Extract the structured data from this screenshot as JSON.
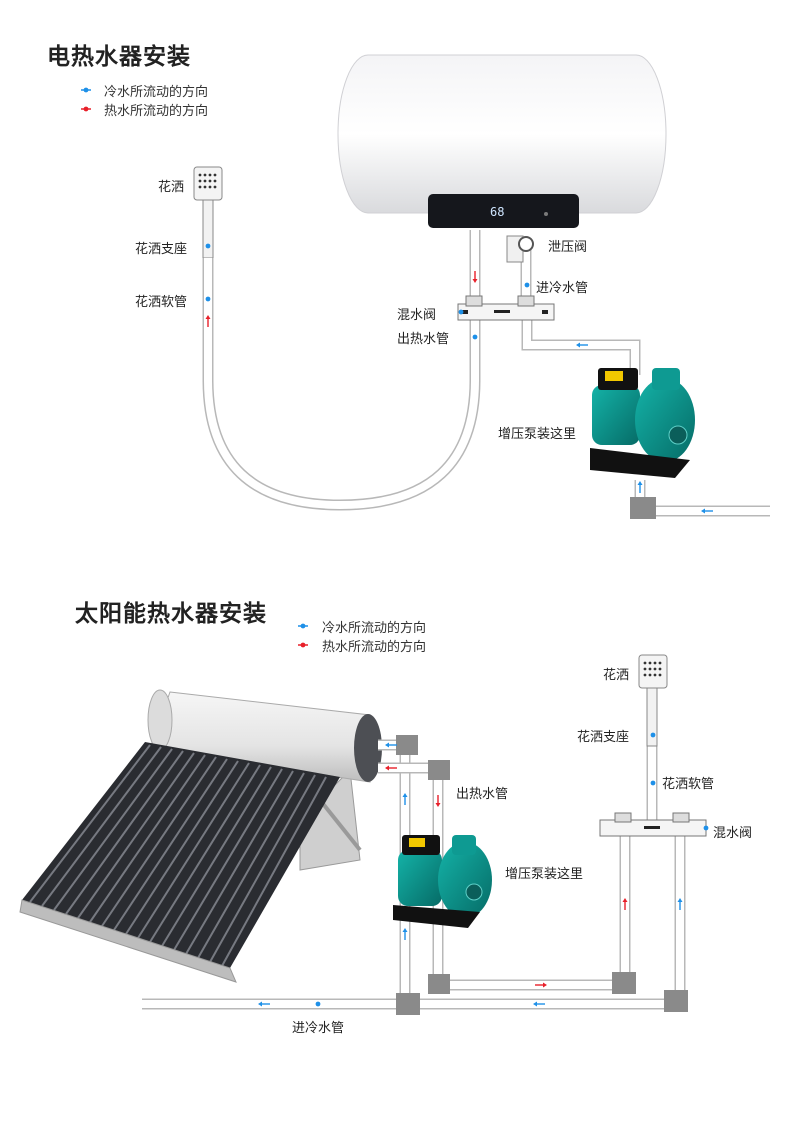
{
  "electric": {
    "title": "电热水器安装",
    "legend_cold": "冷水所流动的方向",
    "legend_hot": "热水所流动的方向",
    "display_reading": "68",
    "labels": {
      "shower_head": "花洒",
      "shower_mount": "花洒支座",
      "shower_hose": "花洒软管",
      "relief_valve": "泄压阀",
      "cold_inlet": "进冷水管",
      "mixing_valve": "混水阀",
      "hot_outlet": "出热水管",
      "pump": "增压泵装这里"
    }
  },
  "solar": {
    "title": "太阳能热水器安装",
    "legend_cold": "冷水所流动的方向",
    "legend_hot": "热水所流动的方向",
    "labels": {
      "shower_head": "花洒",
      "shower_mount": "花洒支座",
      "shower_hose": "花洒软管",
      "hot_outlet": "出热水管",
      "mixing_valve": "混水阀",
      "pump": "增压泵装这里",
      "cold_inlet": "进冷水管"
    }
  },
  "colors": {
    "cold_arrow": "#1e90e8",
    "hot_arrow": "#e8202a",
    "pipe_fill": "#ffffff",
    "pipe_edge": "#b8b8b8",
    "fitting": "#8a8a8a",
    "pump_body": "#0a8f8a",
    "pump_motor": "#111111",
    "pump_label": "#f2c800"
  }
}
